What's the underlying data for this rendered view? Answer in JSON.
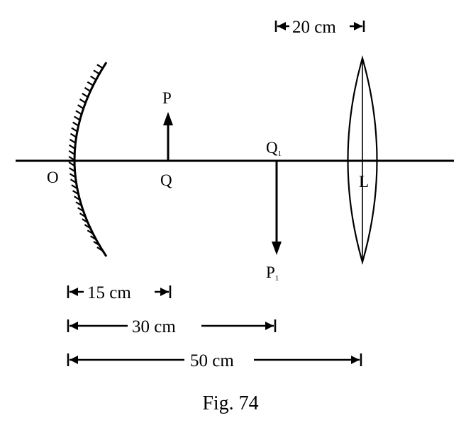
{
  "labels": {
    "O": "O",
    "P": "P",
    "Q": "Q",
    "Q1_main": "Q",
    "Q1_sub": "1",
    "P1_main": "P",
    "P1_sub": "1",
    "L": "L"
  },
  "dimensions": {
    "d20": "20 cm",
    "d15": "15 cm",
    "d30": "30 cm",
    "d50": "50 cm"
  },
  "caption": "Fig. 74"
}
